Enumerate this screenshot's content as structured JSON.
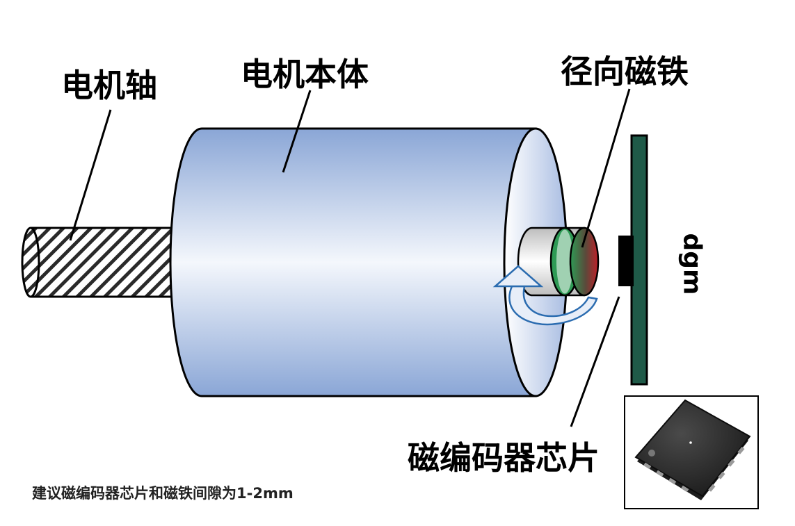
{
  "labels": {
    "motor_shaft": "电机轴",
    "motor_body": "电机本体",
    "radial_magnet": "径向磁铁",
    "encoder_chip": "磁编码器芯片",
    "pcb_mark": "dgm",
    "note": "建议磁编码器芯片和磁铁间隙为1-2mm"
  },
  "colors": {
    "motor_body_light": "#ffffff",
    "motor_body_dark": "#8aa6d6",
    "pcb": "#1f5a48",
    "chip": "#000000",
    "magnet_red": "#c0202a",
    "magnet_green": "#2e9a55",
    "rotation_arrow": "#2b6cb0"
  },
  "icons": {
    "rotation": "rotation-arrow-icon",
    "chip_photo": "qfn-chip-icon"
  }
}
